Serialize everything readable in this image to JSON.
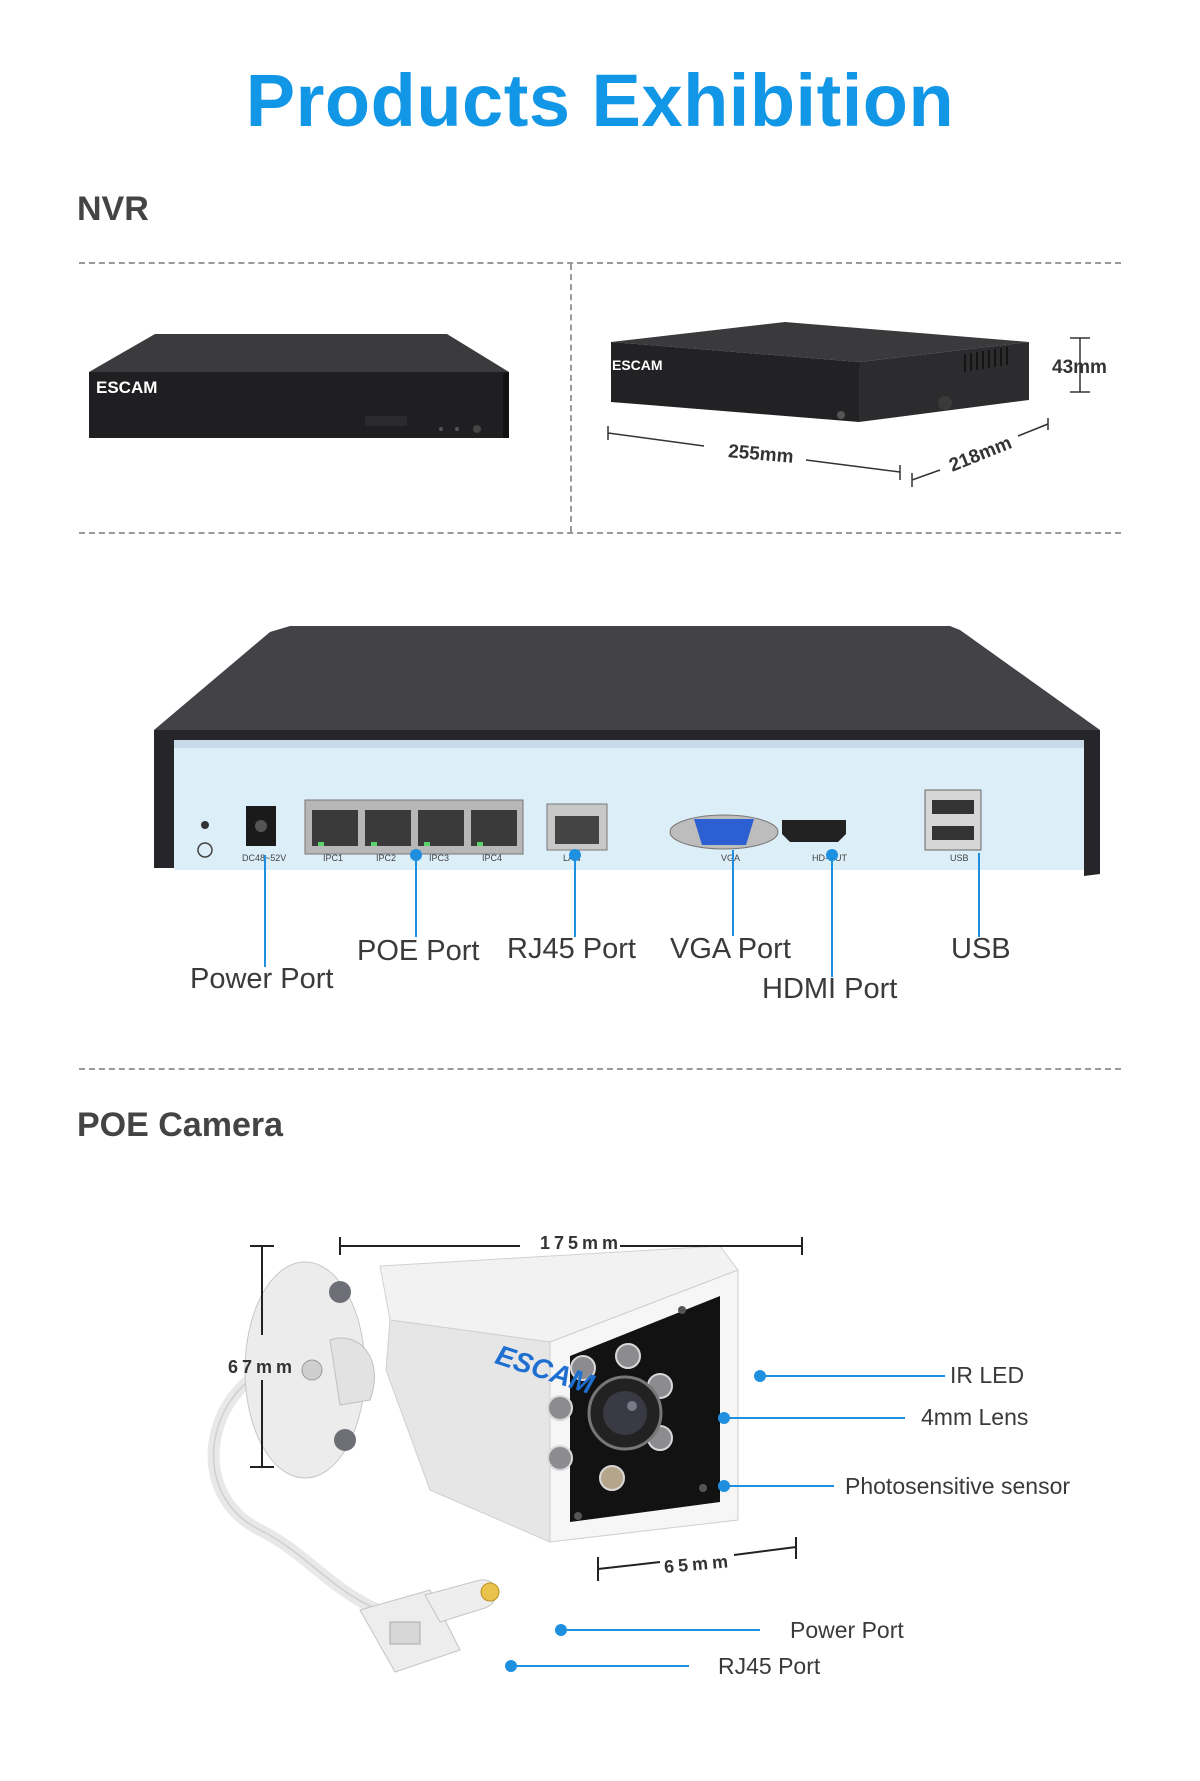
{
  "title": "Products Exhibition",
  "sections": {
    "nvr": "NVR",
    "camera": "POE Camera"
  },
  "nvr_front": {
    "brand": "ESCAM"
  },
  "nvr_dims": {
    "height": "43mm",
    "width": "255mm",
    "depth": "218mm"
  },
  "nvr_back": {
    "port_labels": [
      "DC48~52V",
      "IPC1",
      "IPC2",
      "IPC3",
      "IPC4",
      "LAN",
      "VGA",
      "HD-OUT",
      "USB"
    ],
    "callouts": {
      "power": "Power Port",
      "poe": "POE Port",
      "rj45": "RJ45 Port",
      "vga": "VGA Port",
      "hdmi": "HDMI Port",
      "usb": "USB"
    }
  },
  "camera": {
    "brand": "ESCAM",
    "dims": {
      "length": "175mm",
      "height": "67mm",
      "front": "65mm"
    },
    "callouts": {
      "ir_led": "IR LED",
      "lens": "4mm Lens",
      "sensor": "Photosensitive sensor",
      "power": "Power Port",
      "rj45": "RJ45 Port"
    }
  },
  "colors": {
    "accent": "#1296e6",
    "callout_line": "#1f8fe0",
    "nvr_body": "#2c2c2e",
    "nvr_panel": "#dceef8"
  }
}
